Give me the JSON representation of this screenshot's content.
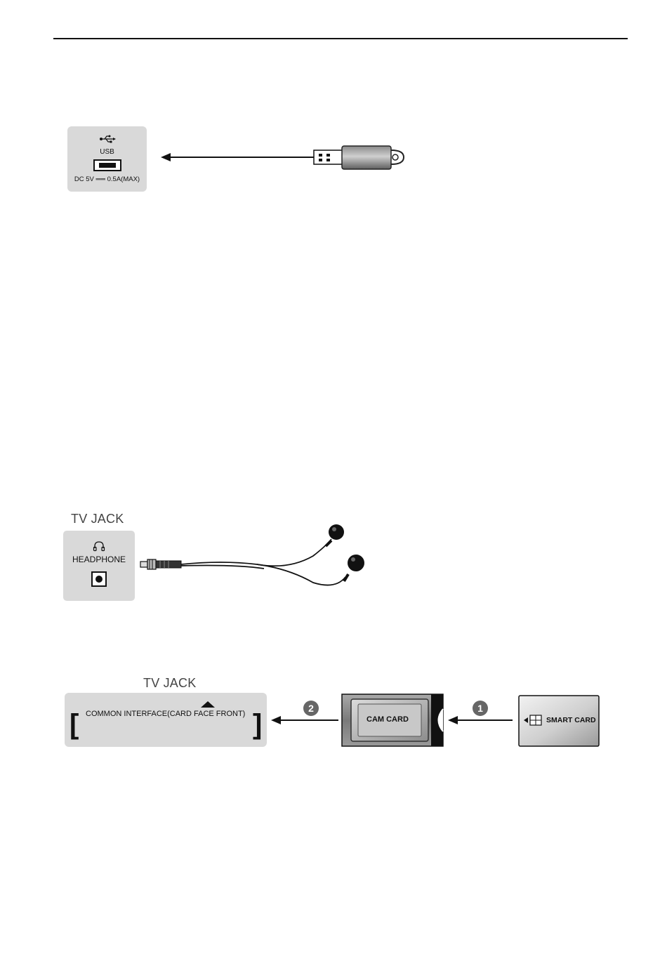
{
  "usb": {
    "label": "USB",
    "rating": "DC 5V ══ 0.5A(MAX)",
    "icon": "usb-icon"
  },
  "headphone": {
    "section_title": "TV JACK",
    "label": "HEADPHONE",
    "icon": "headphone-icon"
  },
  "common_interface": {
    "section_title": "TV JACK",
    "label": "COMMON INTERFACE(CARD FACE FRONT)",
    "bracket_left": "[",
    "bracket_right": "]",
    "step_1": "1",
    "step_2": "2",
    "cam_card": "CAM CARD",
    "smart_card": "SMART CARD"
  }
}
